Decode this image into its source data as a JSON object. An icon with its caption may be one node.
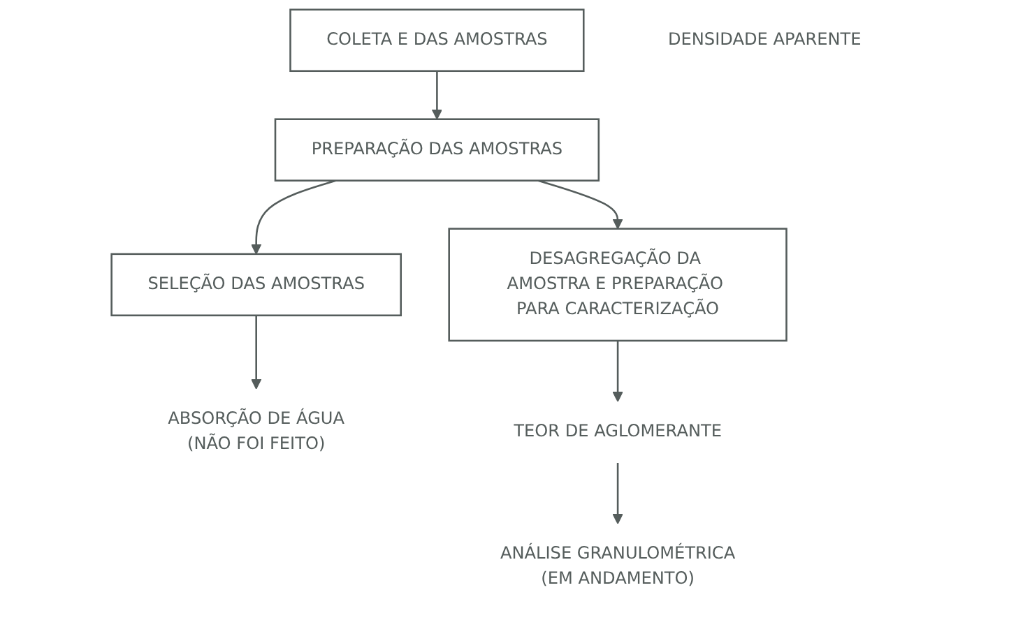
{
  "diagram": {
    "nodes": [
      {
        "text": [
          "COLETA E DAS AMOSTRAS"
        ]
      },
      {
        "text": [
          "SELEÇÃO DAS AMOSTRAS"
        ]
      },
      {
        "text": [
          "PREPARAÇÃO DAS AMOSTRAS"
        ]
      },
      {
        "text": [
          "DESAGREGAÇÃO DA AMOSTRA E PREPARAÇÃO PARA CARACTERIZAÇÃO"
        ]
      },
      {
        "text": [
          "ABSORÇÃO DE ÁGUA",
          "(NÃO FOI FEITO)"
        ]
      },
      {
        "text": [
          "DENSIDADE APARENTE"
        ]
      },
      {
        "text": [
          "TEOR DE AGLOMERANTE"
        ]
      },
      {
        "text": [
          "ANÁLISE GRANULOMÉTRICA",
          "(EM ANDAMENTO)"
        ]
      }
    ],
    "edges": [
      {
        "from": 0,
        "to": 2,
        "arrow": "to"
      },
      {
        "from": 2,
        "to": 1,
        "arrow": "to"
      },
      {
        "from": 2,
        "to": 3,
        "arrow": "to"
      },
      {
        "from": 1,
        "to": 4,
        "arrow": "to"
      },
      {
        "from": 3,
        "to": 6,
        "arrow": "to"
      },
      {
        "from": 6,
        "to": 7,
        "arrow": "to"
      }
    ]
  }
}
